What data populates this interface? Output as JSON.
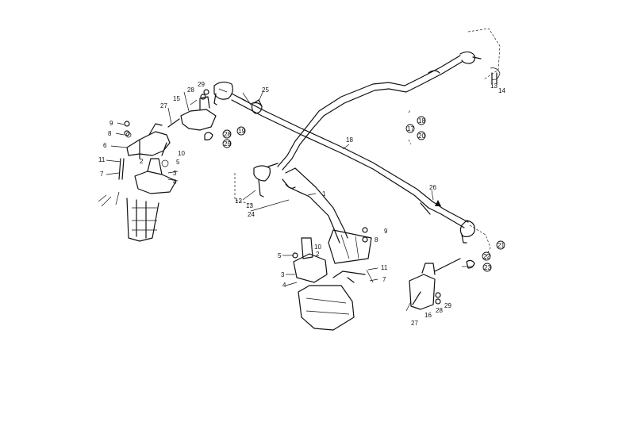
{
  "labels": {
    "l9a": "9",
    "l8a": "8",
    "l6": "6",
    "l11a": "11",
    "l7a": "7",
    "l2a": "2",
    "l10a": "10",
    "l5a": "5",
    "l3a": "3",
    "l4a": "4",
    "l27a": "27",
    "l15": "15",
    "l28a": "28",
    "l29a": "29",
    "l25": "25",
    "l28c": "28",
    "l29c": "29",
    "l19": "19",
    "l13a": "13",
    "l14": "14",
    "l17": "17",
    "l18c": "18",
    "l20": "20",
    "l18": "18",
    "l12": "12",
    "l13b": "13",
    "l24": "24",
    "l1": "1",
    "l26": "26",
    "l21": "21",
    "l22": "22",
    "l23": "23",
    "l9b": "9",
    "l8b": "8",
    "l5b": "5",
    "l10b": "10",
    "l2b": "2",
    "l3b": "3",
    "l4b": "4",
    "l11b": "11",
    "l7b": "7",
    "l27b": "27",
    "l16": "16",
    "l28b": "28",
    "l29b": "29"
  }
}
